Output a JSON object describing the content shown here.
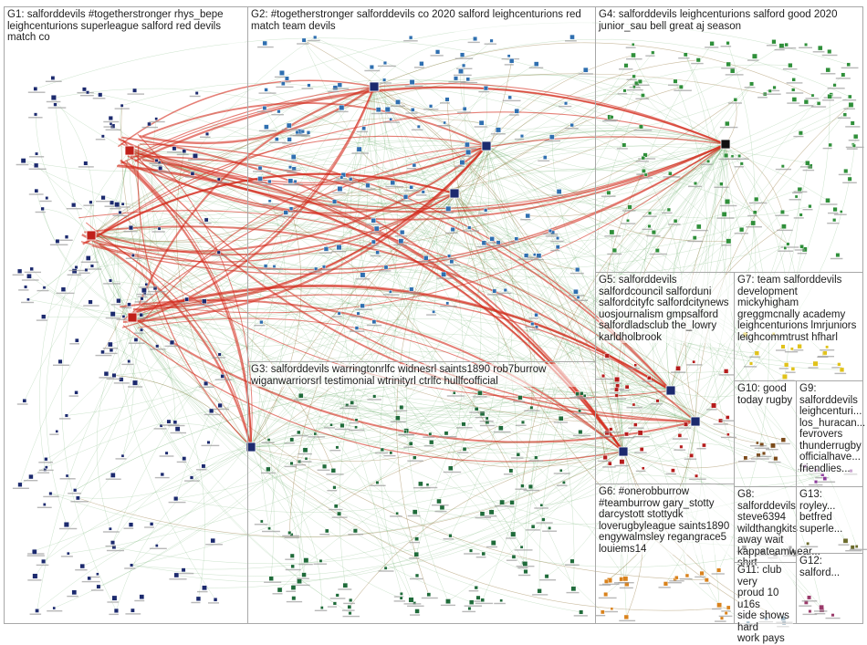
{
  "groups": [
    {
      "id": "G1",
      "label": "G1: salforddevils #togetherstronger rhys_bepe\nleighcenturions superleague salford red devils\nmatch co",
      "color": "#1c2a6e"
    },
    {
      "id": "G2",
      "label": "G2: #togetherstronger salforddevils co 2020 salford leighcenturions red\nmatch team devils",
      "color": "#2f6fb0"
    },
    {
      "id": "G3",
      "label": "G3: salforddevils warringtonrlfc widnesrl saints1890 rob7burrow\nwiganwarriorsrl testimonial wtrinityrl ctrlfc hullfcofficial",
      "color": "#1f6b3a"
    },
    {
      "id": "G4",
      "label": "G4: salforddevils leighcenturions salford good 2020\njunior_sau bell great aj season",
      "color": "#2f8f3a"
    },
    {
      "id": "G5",
      "label": "G5: salforddevils\nsalfordcouncil salforduni\nsalfordcityfc salfordcitynews\nuosjournalism gmpsalford\nsalfordladsclub the_lowry\nkarldholbrook",
      "color": "#b51c1c"
    },
    {
      "id": "G6",
      "label": "G6: #onerobburrow\n#teamburrow gary_stotty\ndarcystott stottydk\nloverugbyleague saints1890\nengywalmsley regangrace5\nlouiems14",
      "color": "#d9821c"
    },
    {
      "id": "G7",
      "label": "G7: team salforddevils\ndevelopment mickyhigham\ngreggmcnally academy\nleighcenturions lmrjuniors\nleighcommtrust hfharl",
      "color": "#e0c21a"
    },
    {
      "id": "G8",
      "label": "G8: salforddevils\nsteve6394\nwildthangkits\naway wait\nkappateamwear...\nshirt",
      "color": "#4a4a4a"
    },
    {
      "id": "G9",
      "label": "G9:\nsalforddevils\nleighcenturi...\nlos_huracan...\nfevrovers\nthunderrugby\nofficialhave...\nfriendlies...",
      "color": "#8a3a9a"
    },
    {
      "id": "G10",
      "label": "G10: good\ntoday rugby",
      "color": "#7a4a1a"
    },
    {
      "id": "G11",
      "label": "G11: club very\nproud 10 u16s\nside shows hard\nwork pays",
      "color": "#3a6a8a"
    },
    {
      "id": "G12",
      "label": "G12:\nsalford...",
      "color": "#9a3a6a"
    },
    {
      "id": "G13",
      "label": "G13:\nroyley...\nbetfred\nsuperle...",
      "color": "#6a6a2a"
    }
  ]
}
